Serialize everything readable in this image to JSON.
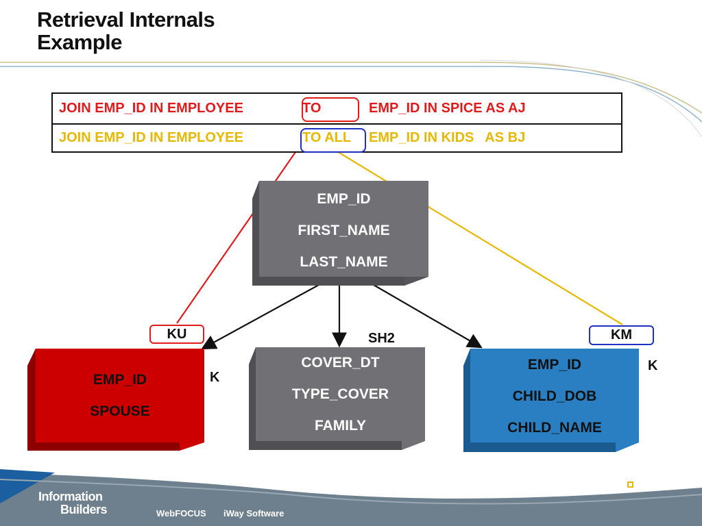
{
  "slide": {
    "title_line1": "Retrieval Internals",
    "title_line2": "Example"
  },
  "join_table": {
    "row1": {
      "part1": "JOIN EMP_ID IN EMPLOYEE ",
      "keyword": "TO",
      "part2": "EMP_ID IN SPICE AS AJ",
      "color": "#e11b1b"
    },
    "row2": {
      "part1": "JOIN EMP_ID IN EMPLOYEE ",
      "keyword": "TO ALL",
      "part2": "EMP_ID IN KIDS   AS BJ",
      "color": "#e6b800"
    }
  },
  "segments": {
    "root": {
      "fields": [
        "EMP_ID",
        "FIRST_NAME",
        "LAST_NAME"
      ],
      "color": "#707075"
    },
    "spouse": {
      "fields": [
        "EMP_ID",
        "SPOUSE"
      ],
      "color": "#cc0000"
    },
    "cover": {
      "fields": [
        "COVER_DT",
        "TYPE_COVER",
        "FAMILY"
      ],
      "color": "#707075"
    },
    "kids": {
      "fields": [
        "EMP_ID",
        "CHILD_DOB",
        "CHILD_NAME"
      ],
      "color": "#2a7fc2"
    }
  },
  "labels": {
    "ku": "KU",
    "km": "KM",
    "sh2": "SH2",
    "k_spouse": "K",
    "k_kids": "K"
  },
  "colors": {
    "red_link": "#e11b1b",
    "yellow_link": "#e6b800",
    "blue_highlight": "#1f2fbf",
    "footer_band": "#6b7d8c",
    "footer_accent": "#1c5fa0"
  },
  "footer": {
    "logo_line1": "Information",
    "logo_line2": "Builders",
    "product1": "WebFOCUS",
    "product2": "iWay Software"
  }
}
